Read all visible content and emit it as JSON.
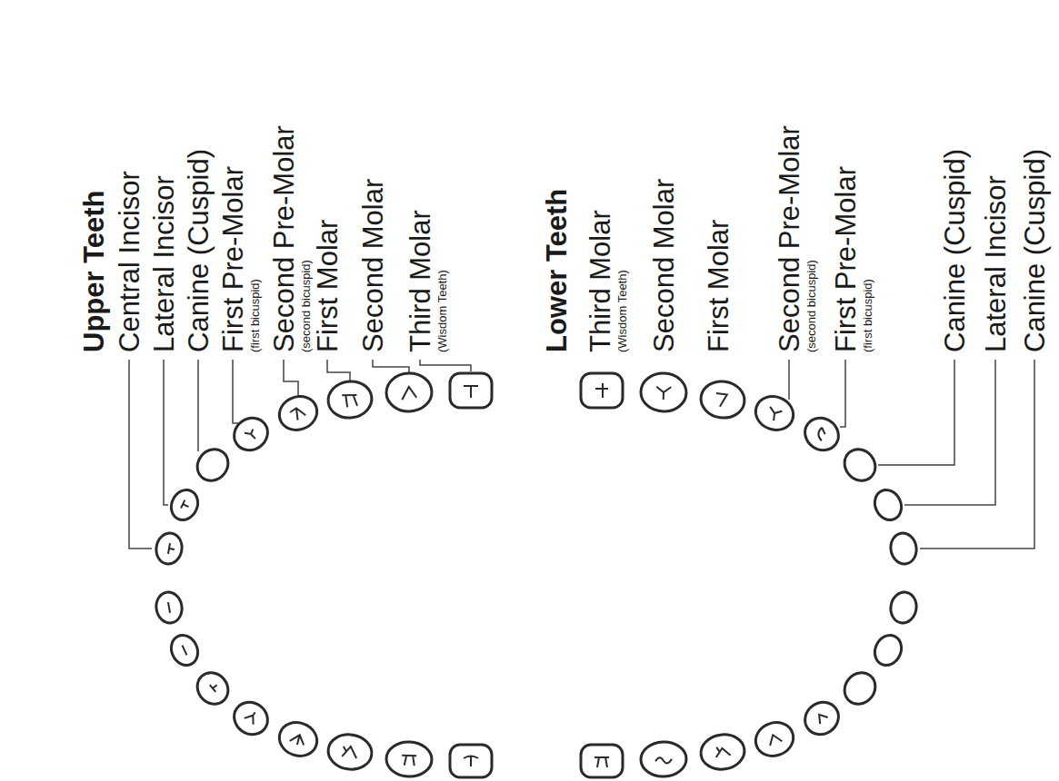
{
  "diagram": {
    "labels": [
      "Upper Teeth",
      "Central Incisor",
      "Lateral Incisor",
      "Canine (Cuspid)",
      "First Pre-Molar",
      "(first bicuspid)",
      "Second Pre-Molar",
      "(second bicuspid)",
      "First Molar",
      "Second Molar",
      "Third Molar",
      "(Wisdom Teeth)",
      "Lower Teeth",
      "Third Molar",
      "(Wisdom Teeth)",
      "Second Molar",
      "First Molar",
      "Second Pre-Molar",
      "(second bicuspid)",
      "First Pre-Molar",
      "(first bicuspid)",
      "Canine (Cuspid)",
      "Lateral Incisor",
      "Canine (Cuspid)"
    ]
  }
}
